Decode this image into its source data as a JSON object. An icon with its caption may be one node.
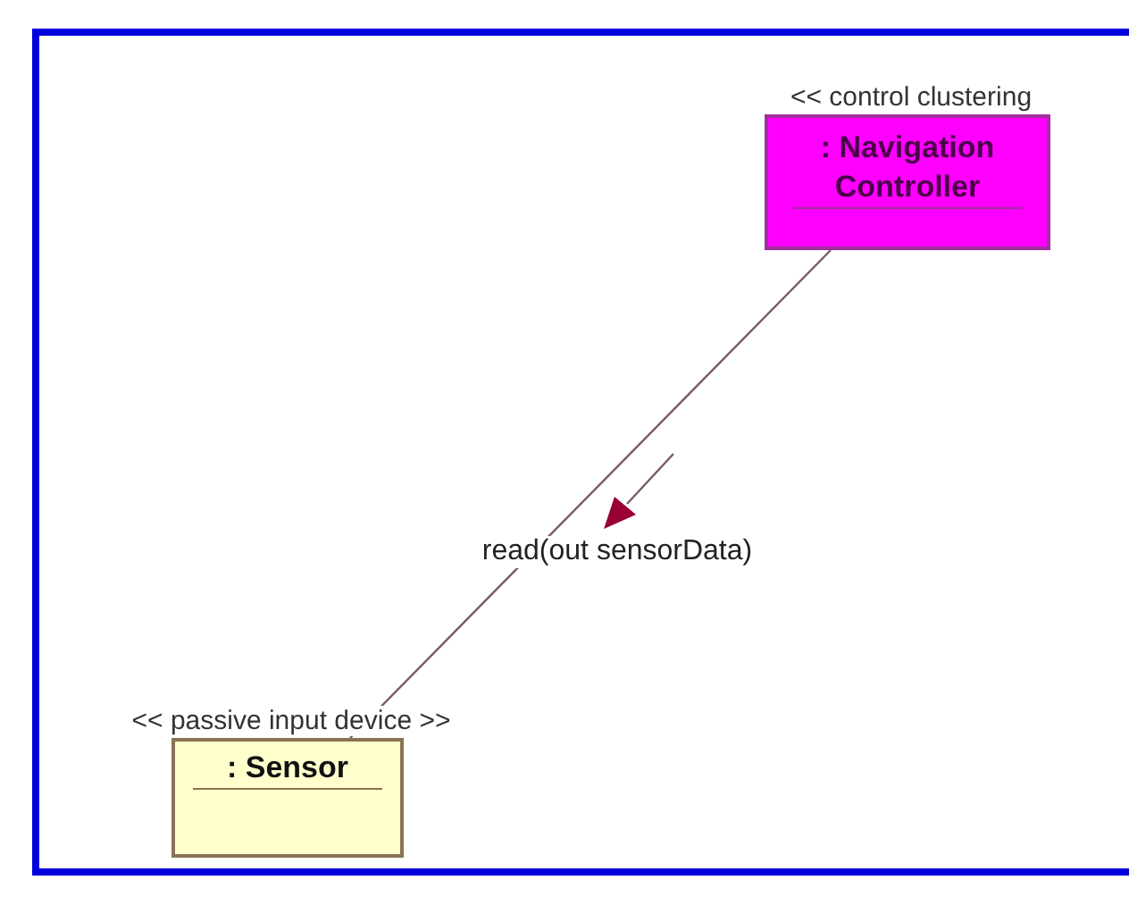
{
  "diagram": {
    "nodes": [
      {
        "text": [
          "<< control clustering",
          ": Navigation Controller"
        ]
      },
      {
        "text": [
          "<< passive input device >>",
          ": Sensor"
        ]
      }
    ],
    "edges": [
      {
        "from": 0,
        "to": 1,
        "arrow": "none",
        "label": "read(out sensorData)"
      }
    ]
  }
}
